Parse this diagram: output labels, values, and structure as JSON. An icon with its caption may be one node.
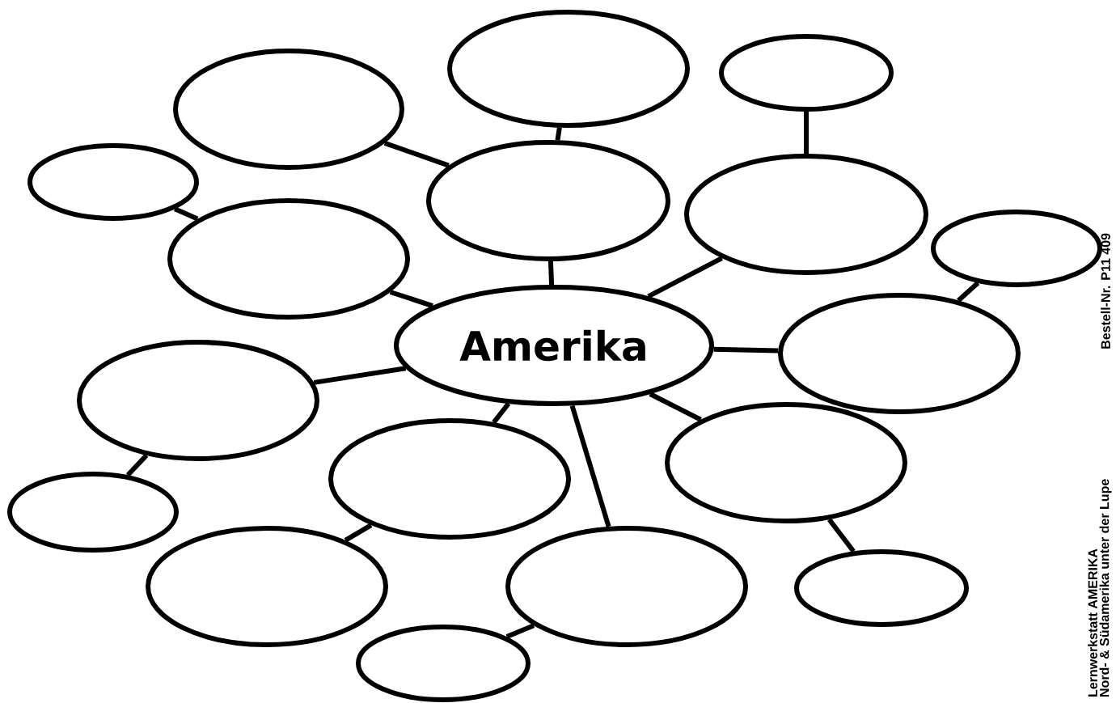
{
  "diagram": {
    "nodes": [
      {
        "text": [
          "Amerika"
        ]
      },
      {
        "text": [],
        "shape": "ellipse"
      },
      {
        "text": [],
        "shape": "ellipse"
      },
      {
        "text": [],
        "shape": "ellipse"
      },
      {
        "text": [],
        "shape": "ellipse"
      },
      {
        "text": [],
        "shape": "ellipse"
      },
      {
        "text": [],
        "shape": "ellipse"
      },
      {
        "text": [],
        "shape": "ellipse"
      },
      {
        "text": [],
        "shape": "ellipse"
      },
      {
        "text": [],
        "shape": "ellipse"
      },
      {
        "text": [],
        "shape": "ellipse"
      },
      {
        "text": [],
        "shape": "ellipse"
      },
      {
        "text": [],
        "shape": "ellipse"
      },
      {
        "text": [],
        "shape": "ellipse"
      },
      {
        "text": [],
        "shape": "ellipse"
      },
      {
        "text": [],
        "shape": "ellipse"
      },
      {
        "text": [],
        "shape": "ellipse"
      },
      {
        "text": [],
        "shape": "ellipse"
      }
    ],
    "edges": [
      {
        "from": 0,
        "to": 5,
        "arrow": "none"
      },
      {
        "from": 0,
        "to": 6,
        "arrow": "none"
      },
      {
        "from": 0,
        "to": 7,
        "arrow": "none"
      },
      {
        "from": 0,
        "to": 9,
        "arrow": "none"
      },
      {
        "from": 0,
        "to": 10,
        "arrow": "none"
      },
      {
        "from": 0,
        "to": 11,
        "arrow": "none"
      },
      {
        "from": 0,
        "to": 12,
        "arrow": "none"
      },
      {
        "from": 0,
        "to": 15,
        "arrow": "none"
      },
      {
        "from": 5,
        "to": 1,
        "arrow": "none"
      },
      {
        "from": 5,
        "to": 3,
        "arrow": "none"
      },
      {
        "from": 6,
        "to": 2,
        "arrow": "none"
      },
      {
        "from": 7,
        "to": 4,
        "arrow": "none"
      },
      {
        "from": 9,
        "to": 8,
        "arrow": "none"
      },
      {
        "from": 10,
        "to": 13,
        "arrow": "none"
      },
      {
        "from": 12,
        "to": 14,
        "arrow": "none"
      },
      {
        "from": 15,
        "to": 17,
        "arrow": "none"
      },
      {
        "from": 11,
        "to": 16,
        "arrow": "none"
      }
    ],
    "labels": [
      "Lernwerkstatt AMERIKA",
      "Nord- & Südamerika unter der Lupe",
      "Bestell-Nr. P11 409"
    ]
  }
}
